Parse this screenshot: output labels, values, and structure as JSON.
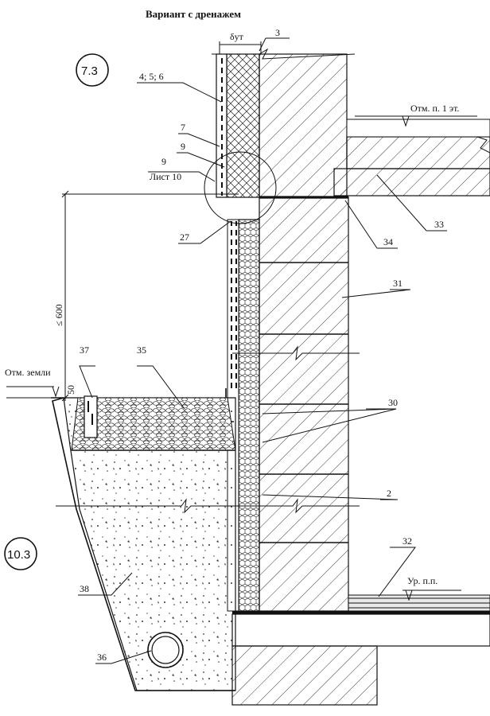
{
  "title": "Вариант с дренажем",
  "dimension_top": "δут",
  "dimension_height": "≤ 600",
  "dimension_small": "50",
  "sheet_refs": [
    "7.3",
    "10.3"
  ],
  "callout_ref": {
    "number": "9",
    "sheet": "Лист 10"
  },
  "elevations": {
    "floor1": "Отм. п. 1 эт.",
    "ground": "Отм. земли",
    "basement_floor": "Ур. п.п."
  },
  "labels": [
    "3",
    "4; 5; 6",
    "7",
    "9",
    "27",
    "33",
    "34",
    "31",
    "37",
    "35",
    "30",
    "2",
    "32",
    "38",
    "36"
  ],
  "colors": {
    "ink": "#111111",
    "paper": "#ffffff"
  }
}
